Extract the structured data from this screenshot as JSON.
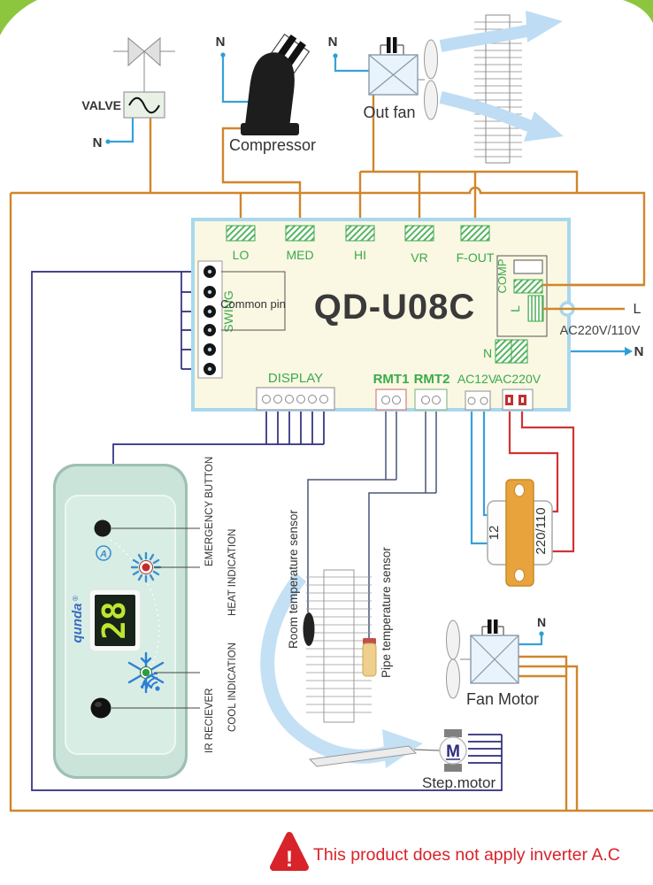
{
  "colors": {
    "wire_power": "#D0862B",
    "wire_signal": "#2C2C7C",
    "wire_sensor": "#4A5578",
    "wire_neutral": "#36A1DA",
    "wire_live": "#D03434",
    "board_fill": "#FAF7E3",
    "board_border": "#A8D8EE",
    "label_green": "#3BAA4C",
    "warning_red": "#D8232A",
    "airflow_blue": "#BEDDF4",
    "leaf_green": "#8CC63E",
    "transformer_orange": "#E8A33D"
  },
  "outdoor_section": {
    "valve": {
      "label": "VALVE",
      "neutral": "N"
    },
    "compressor": {
      "label": "Compressor",
      "neutral": "N"
    },
    "out_fan": {
      "label": "Out fan",
      "neutral": "N"
    }
  },
  "board": {
    "model": "QD-U08C",
    "fan_terminals": [
      "LO",
      "MED",
      "HI",
      "VR",
      "F-OUT"
    ],
    "comp_label": "COMP",
    "live_terminal": "L",
    "neutral_terminal": "N",
    "swing_label": "SWING",
    "common_pin_label": "Common pin",
    "display_port": "DISPLAY",
    "rmt1_port": "RMT1",
    "rmt2_port": "RMT2",
    "ac12v_port": "AC12V",
    "ac220v_port": "AC220V"
  },
  "supply": {
    "live": "L",
    "neutral": "N",
    "voltage": "AC220V/110V"
  },
  "remote_panel": {
    "brand": "qunda",
    "brand_mark": "®",
    "temperature": "28",
    "auto_badge": "A",
    "emergency_label": "EMERGENCY BUTTON",
    "heat_label": "HEAT INDICATION",
    "cool_label": "COOL INDICATION",
    "ir_label": "IR RECIEVER"
  },
  "sensors": {
    "room": "Room temperature sensor",
    "pipe": "Pipe temperature sensor"
  },
  "transformer": {
    "secondary": "12",
    "primary": "220/110"
  },
  "indoor_section": {
    "fan_motor": {
      "label": "Fan Motor",
      "neutral": "N"
    },
    "step_motor": {
      "label": "Step.motor",
      "symbol": "M"
    }
  },
  "warning": {
    "mark": "!",
    "text": "This product does not apply inverter A.C"
  }
}
